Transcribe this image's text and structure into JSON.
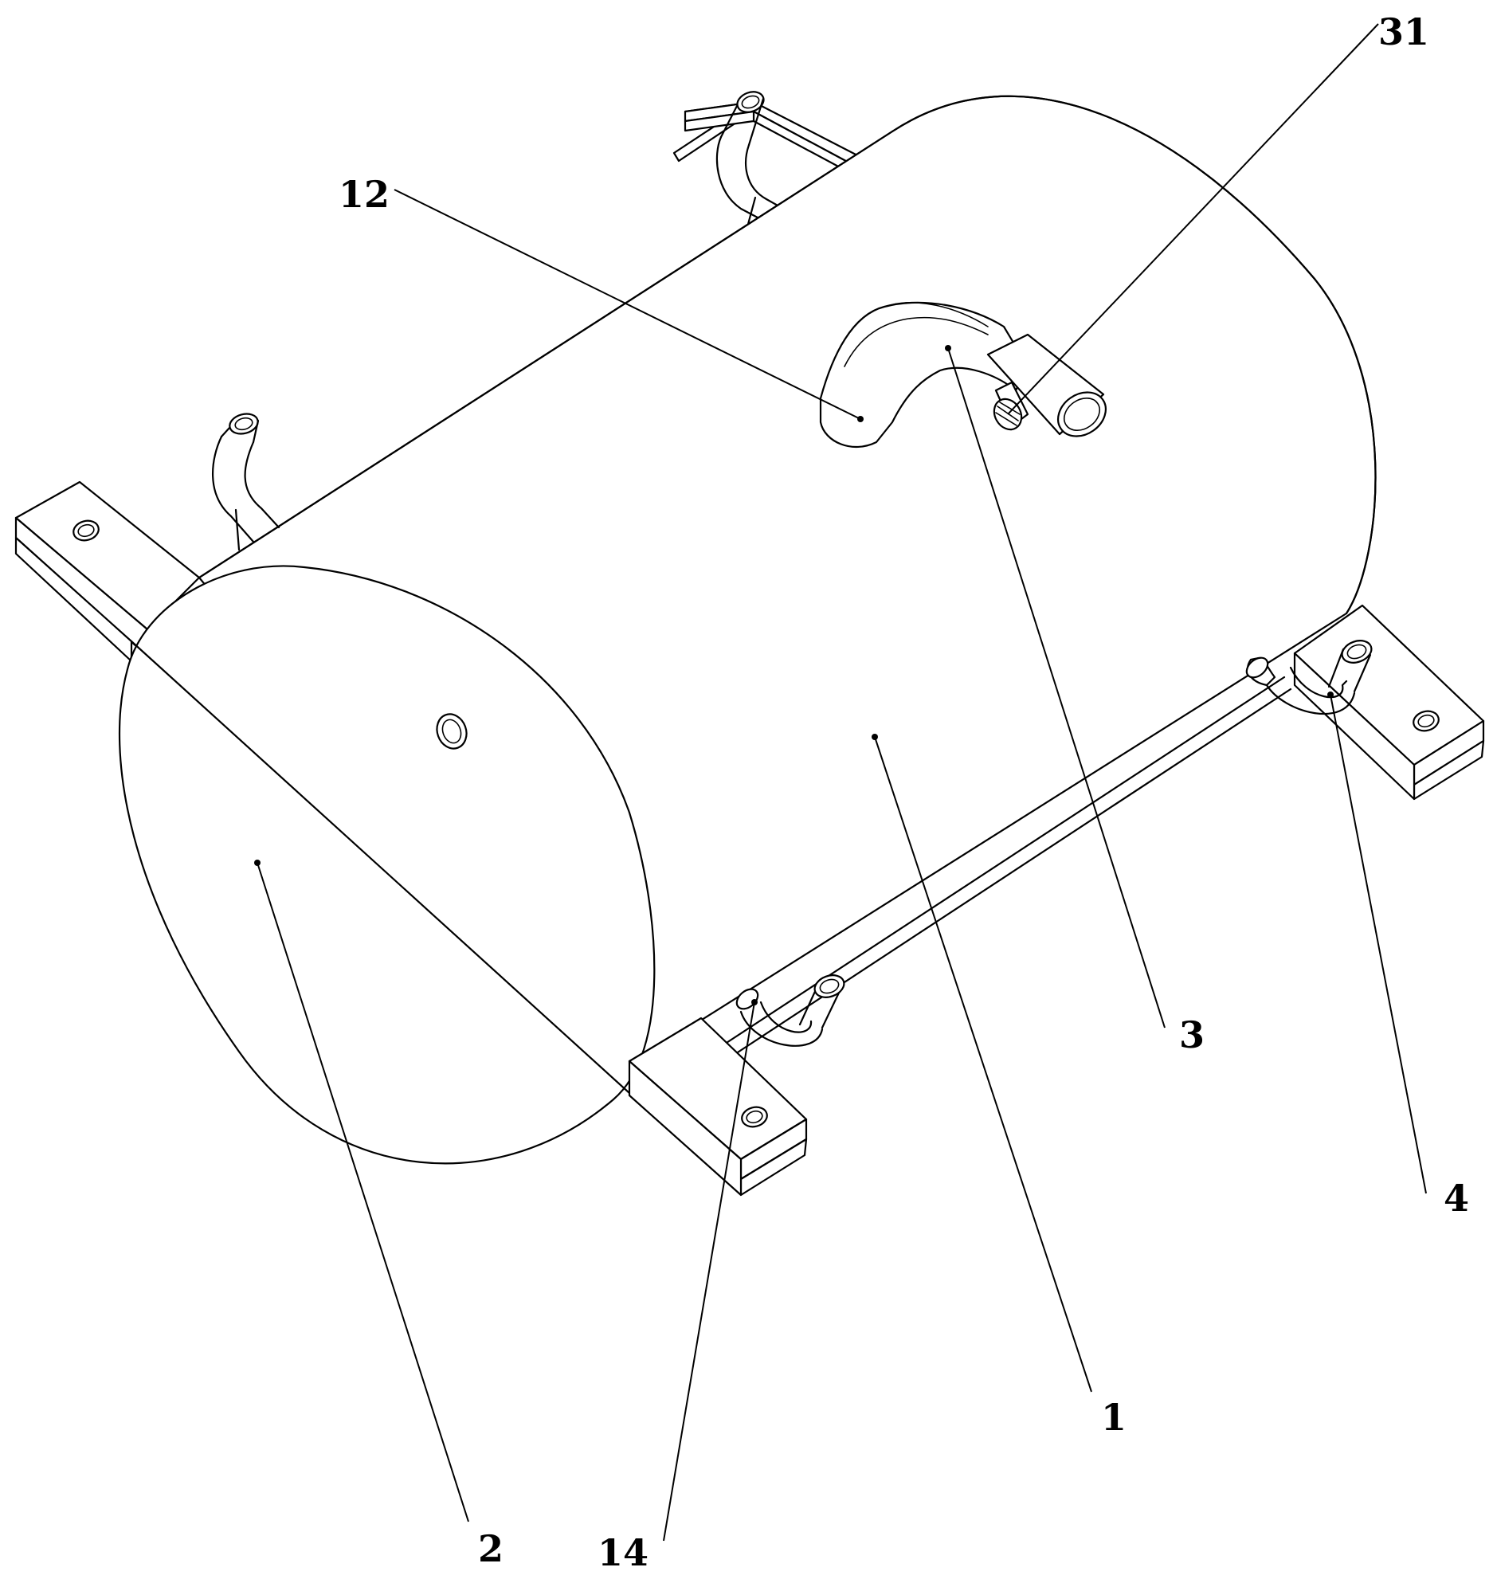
{
  "labels": {
    "l31": "31",
    "l12": "12",
    "l3": "3",
    "l4": "4",
    "l1": "1",
    "l2": "2",
    "l14": "14"
  }
}
